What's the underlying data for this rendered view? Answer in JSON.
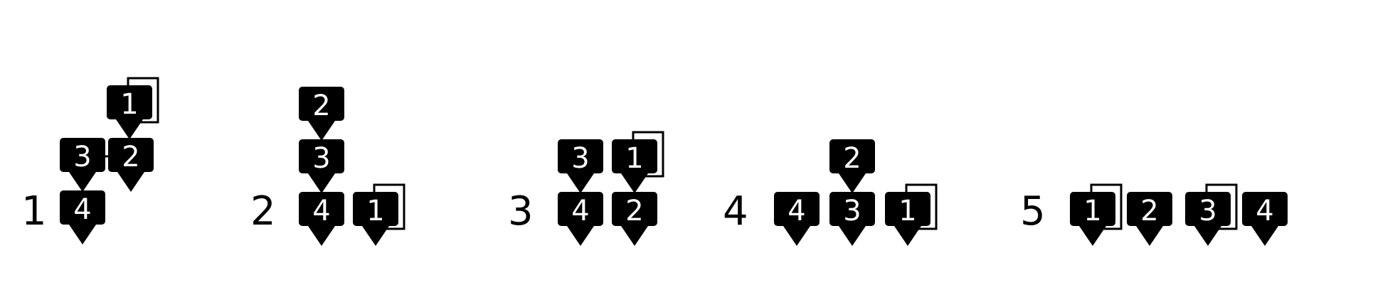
{
  "colors": {
    "tag_fill": "#000000",
    "tag_text": "#ffffff",
    "background": "#ffffff",
    "frame": "#000000"
  },
  "groups": [
    {
      "label": "1"
    },
    {
      "label": "2"
    },
    {
      "label": "3"
    },
    {
      "label": "4"
    },
    {
      "label": "5"
    }
  ],
  "tags": {
    "g1_t1": "1",
    "g1_t2": "2",
    "g1_t3": "3",
    "g1_t4": "4",
    "g2_t1": "2",
    "g2_t2": "3",
    "g2_t3": "4",
    "g2_t4": "1",
    "g3_t1": "3",
    "g3_t2": "1",
    "g3_t3": "4",
    "g3_t4": "2",
    "g4_t1": "2",
    "g4_t2": "4",
    "g4_t3": "3",
    "g4_t4": "1",
    "g5_t1": "1",
    "g5_t2": "2",
    "g5_t3": "3",
    "g5_t4": "4"
  }
}
